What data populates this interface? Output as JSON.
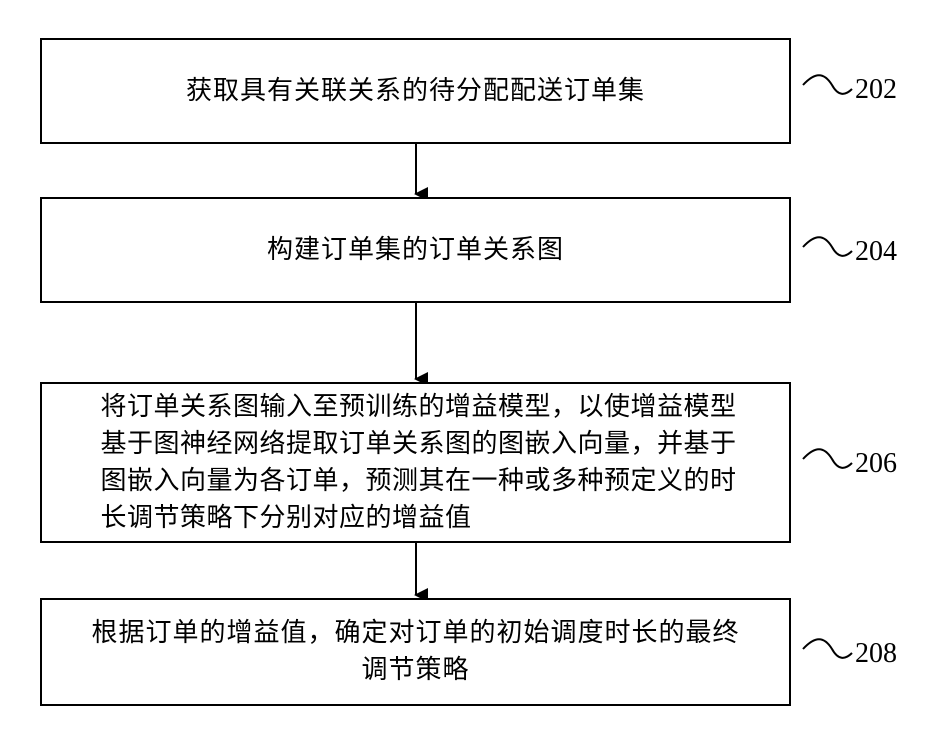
{
  "steps": [
    {
      "id": "202",
      "text_lines": [
        "获取具有关联关系的待分配配送订单集"
      ]
    },
    {
      "id": "204",
      "text_lines": [
        "构建订单集的订单关系图"
      ]
    },
    {
      "id": "206",
      "text_lines": [
        "将订单关系图输入至预训练的增益模型，以使增益模型",
        "基于图神经网络提取订单关系图的图嵌入向量，并基于",
        "图嵌入向量为各订单，预测其在一种或多种预定义的时",
        "长调节策略下分别对应的增益值"
      ]
    },
    {
      "id": "208",
      "text_lines": [
        "根据订单的增益值，确定对订单的初始调度时长的最终",
        "调节策略"
      ]
    }
  ],
  "labels": {
    "ref_202": "202",
    "ref_204": "204",
    "ref_206": "206",
    "ref_208": "208"
  }
}
